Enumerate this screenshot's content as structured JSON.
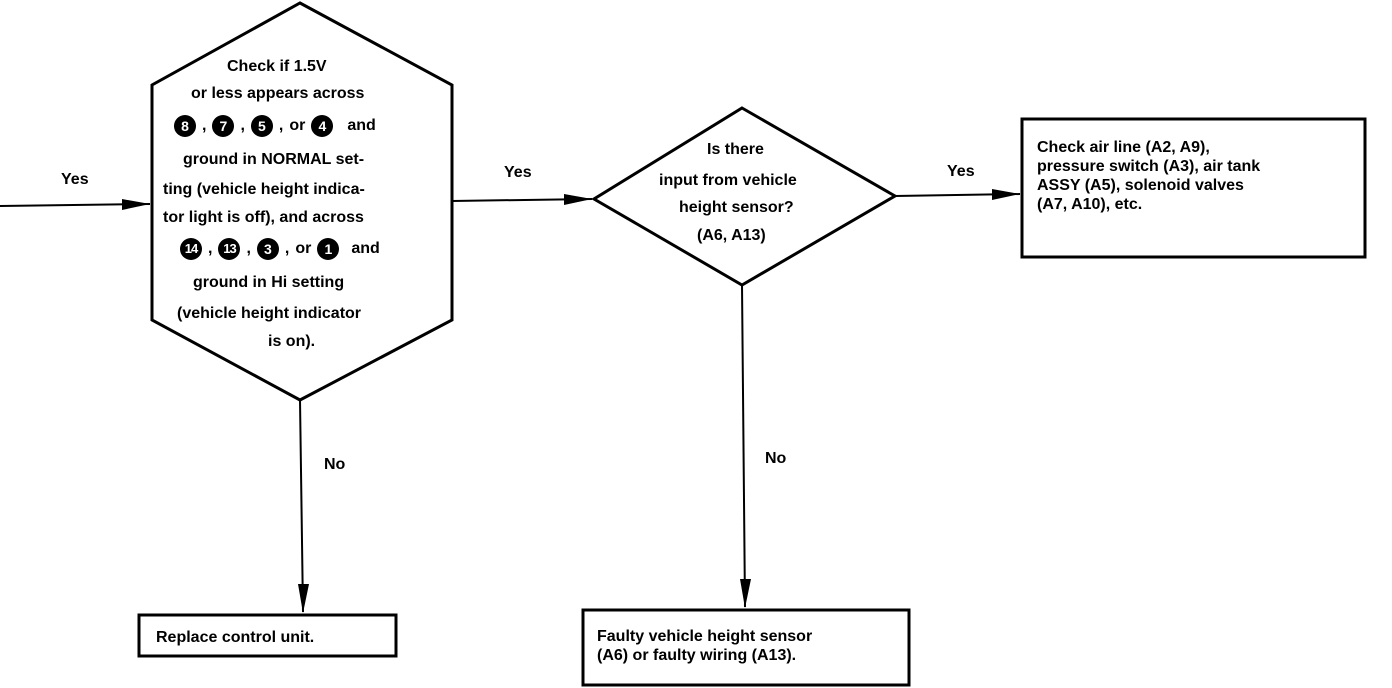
{
  "hexagon": {
    "line1": "Check if 1.5V",
    "line2": "or less appears across",
    "badges_normal": [
      "8",
      "7",
      "5",
      "4"
    ],
    "sep": ",",
    "or": "or",
    "and": "and",
    "line4": "ground in NORMAL set-",
    "line5": "ting (vehicle height indica-",
    "line6": "tor light is off), and across",
    "badges_hi": [
      "14",
      "13",
      "3",
      "1"
    ],
    "line8": "ground in Hi setting",
    "line9": "(vehicle height indicator",
    "line10": "is on)."
  },
  "diamond": {
    "line1": "Is there",
    "line2": "input from vehicle",
    "line3": "height sensor?",
    "line4": "(A6, A13)"
  },
  "box_right": {
    "line1": "Check air line (A2, A9),",
    "line2": "pressure switch (A3), air tank",
    "line3": "ASSY (A5), solenoid valves",
    "line4": "(A7, A10), etc."
  },
  "box_replace": {
    "line1": "Replace control unit."
  },
  "box_faulty": {
    "line1": "Faulty vehicle height sensor",
    "line2": "(A6) or faulty wiring (A13)."
  },
  "labels": {
    "yes_in": "Yes",
    "yes_mid": "Yes",
    "yes_right": "Yes",
    "no_left": "No",
    "no_mid": "No"
  }
}
